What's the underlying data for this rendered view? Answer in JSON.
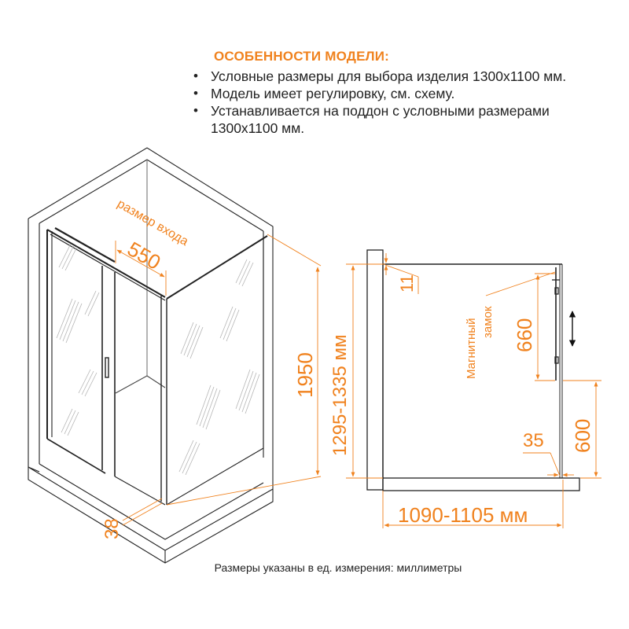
{
  "features": {
    "title": "ОСОБЕННОСТИ МОДЕЛИ:",
    "items": [
      "Условные размеры для выбора изделия 1300x1100 мм.",
      "Модель имеет регулировку, см. схему.",
      "Устанавливается на поддон с условными размерами 1300x1100 мм."
    ]
  },
  "iso_view": {
    "entrance_label": "размер входа",
    "entrance_value": "550",
    "height_value": "1950",
    "tray_offset_value": "38"
  },
  "side_view": {
    "total_height": "1295-1335 мм",
    "top_offset": "11",
    "magnet_label_line1": "Магнитный",
    "magnet_label_line2": "замок",
    "lock_height": "660",
    "lower_height": "600",
    "bottom_offset": "35",
    "width_range": "1090-1105 мм"
  },
  "footnote": "Размеры указаны в ед. измерения: миллиметры",
  "colors": {
    "accent": "#f0821e",
    "line": "#222222",
    "hatch": "#b5b5b5"
  }
}
